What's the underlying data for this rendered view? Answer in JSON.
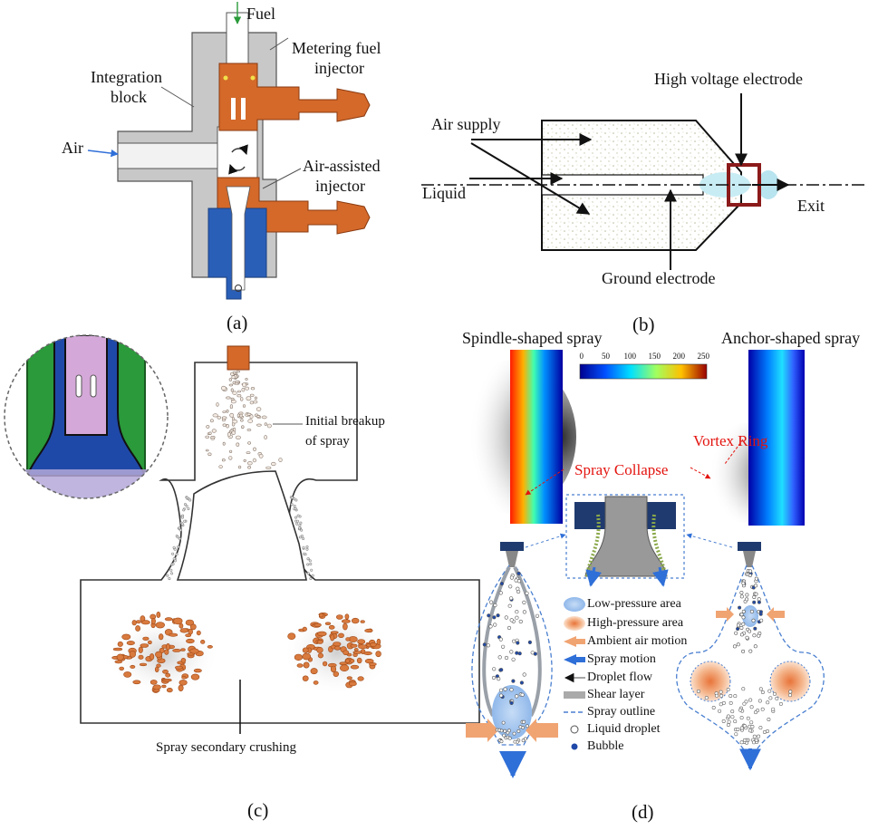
{
  "panel_a": {
    "caption": "(a)",
    "labels": {
      "fuel": "Fuel",
      "integration_block_1": "Integration",
      "integration_block_2": "block",
      "metering_1": "Metering fuel",
      "metering_2": "injector",
      "air": "Air",
      "air_assisted_1": "Air-assisted",
      "air_assisted_2": "injector"
    }
  },
  "panel_b": {
    "caption": "(b)",
    "labels": {
      "high_voltage": "High voltage electrode",
      "air_supply": "Air supply",
      "liquid": "Liquid",
      "exit": "Exit",
      "ground": "Ground electrode"
    }
  },
  "panel_c": {
    "caption": "(c)",
    "labels": {
      "initial_1": "Initial breakup",
      "initial_2": "of spray",
      "secondary": "Spray secondary crushing"
    }
  },
  "panel_d": {
    "caption": "(d)",
    "labels": {
      "spindle": "Spindle-shaped spray",
      "anchor": "Anchor-shaped spray",
      "vortex": "Vortex Ring",
      "collapse": "Spray Collapse"
    },
    "colorbar_ticks": [
      "0",
      "50",
      "100",
      "150",
      "200",
      "250"
    ],
    "legend": [
      "Low-pressure area",
      "High-pressure area",
      "Ambient air motion",
      "Spray motion",
      "Droplet flow",
      "Shear layer",
      "Spray outline",
      "Liquid droplet",
      "Bubble"
    ]
  },
  "colors": {
    "injector_orange": "#d4692a",
    "block_gray": "#c8c8c8",
    "fuel_blue": "#2a5fb8",
    "electrode_red": "#8b1a1a",
    "annotation_red": "#e3140f",
    "spray_blue": "#4a7fd0",
    "nozzle_navy": "#1f3a6e"
  }
}
